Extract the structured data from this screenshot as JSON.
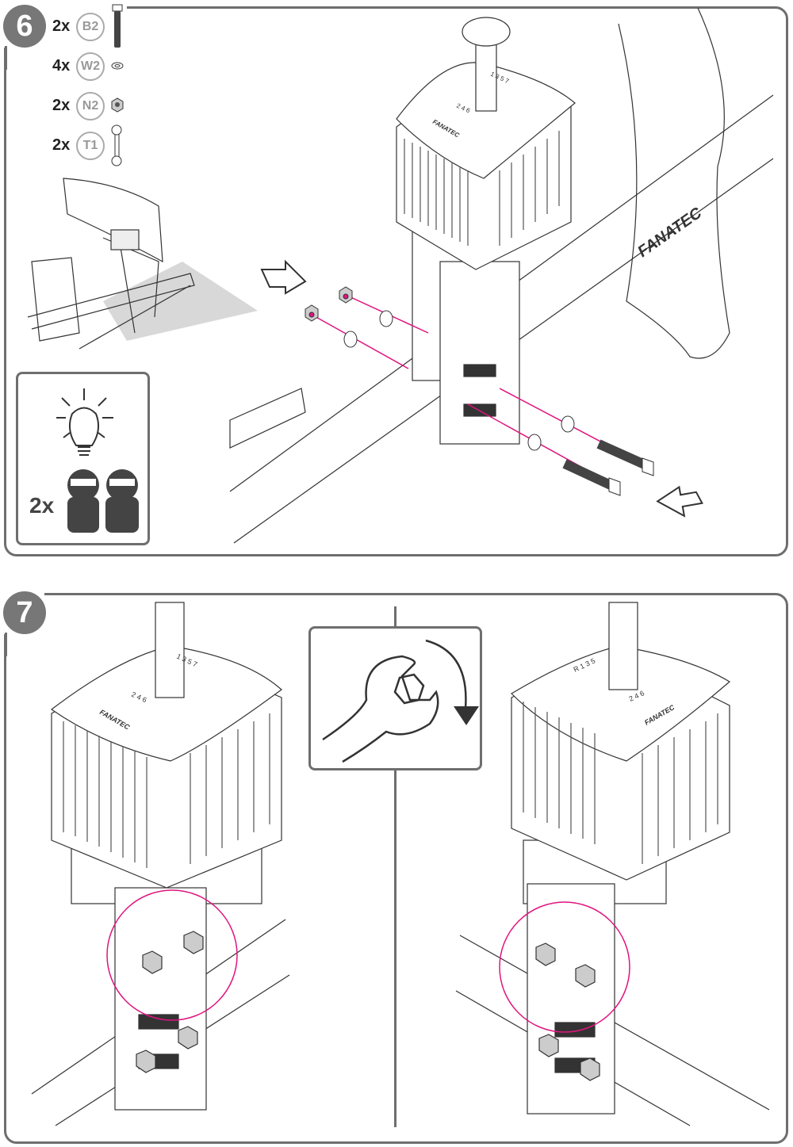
{
  "step6": {
    "number": "6",
    "parts": [
      {
        "qty": "2x",
        "code": "B2",
        "icon": "bolt-icon"
      },
      {
        "qty": "4x",
        "code": "W2",
        "icon": "washer-icon"
      },
      {
        "qty": "2x",
        "code": "N2",
        "icon": "nut-icon"
      },
      {
        "qty": "2x",
        "code": "T1",
        "icon": "wrench-icon"
      }
    ],
    "tip": {
      "people": "2x",
      "icon": "lightbulb-icon"
    },
    "brand_label": "FANATEC",
    "shifter_brand": "FANATEC",
    "gear_top": "1 3 5 7",
    "gear_bottom": "2 4 6"
  },
  "step7": {
    "number": "7",
    "shifter_brand": "FANATEC",
    "gear_top": "1 3 5 7",
    "gear_bottom": "2 4 6",
    "gear_top_right": "R 1 3 5",
    "gear_bottom_right": "2 4 6"
  },
  "colors": {
    "accent": "#e0157f",
    "frame": "#6e6e6e",
    "badge": "#777777"
  }
}
